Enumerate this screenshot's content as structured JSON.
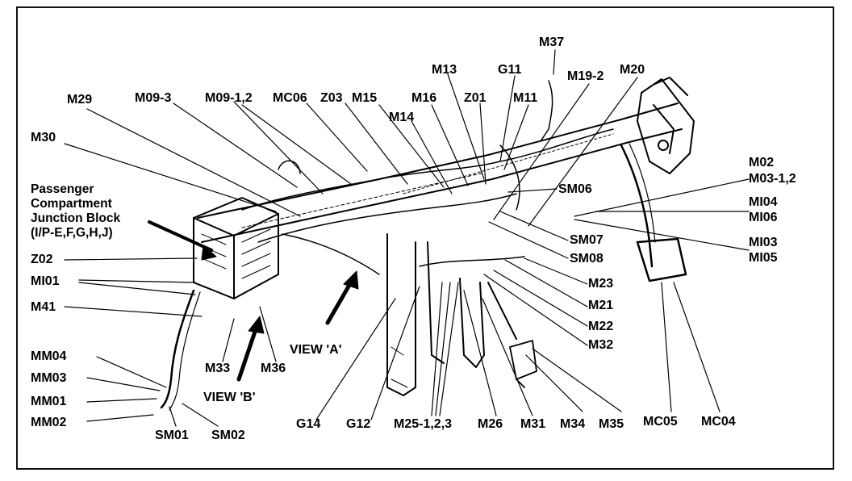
{
  "block_label": [
    "Passenger",
    "Compartment",
    "Junction Block",
    "(I/P-E,F,G,H,J)"
  ],
  "labels": {
    "M37": "M37",
    "M13": "M13",
    "G11": "G11",
    "M19_2": "M19-2",
    "M20": "M20",
    "M29": "M29",
    "M09_3": "M09-3",
    "M09_12": "M09-1,2",
    "MC06": "MC06",
    "Z03": "Z03",
    "M15": "M15",
    "M16": "M16",
    "Z01": "Z01",
    "M11": "M11",
    "M14": "M14",
    "M30": "M30",
    "M02": "M02",
    "M03_12": "M03-1,2",
    "MI04": "MI04",
    "MI06": "MI06",
    "SM06": "SM06",
    "SM07": "SM07",
    "SM08": "SM08",
    "MI03": "MI03",
    "MI05": "MI05",
    "Z02": "Z02",
    "MI01": "MI01",
    "M41": "M41",
    "M23": "M23",
    "M21": "M21",
    "M22": "M22",
    "M32": "M32",
    "VIEW_A": "VIEW 'A'",
    "VIEW_B": "VIEW 'B'",
    "M33": "M33",
    "M36": "M36",
    "MM04": "MM04",
    "MM03": "MM03",
    "MM01": "MM01",
    "MM02": "MM02",
    "SM01": "SM01",
    "SM02": "SM02",
    "G14": "G14",
    "G12": "G12",
    "M25_123": "M25-1,2,3",
    "M26": "M26",
    "M31": "M31",
    "M34": "M34",
    "M35": "M35",
    "MC05": "MC05",
    "MC04": "MC04"
  }
}
